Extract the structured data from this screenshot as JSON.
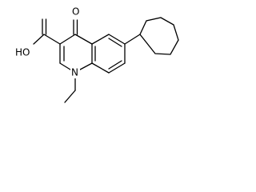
{
  "molecule": {
    "atoms": {
      "carbonyl_o": "O",
      "acid_oh": "HO",
      "ring_n": "N"
    }
  },
  "colors": {
    "background": "#ffffff",
    "bond": "#000000",
    "label": "#000000"
  }
}
